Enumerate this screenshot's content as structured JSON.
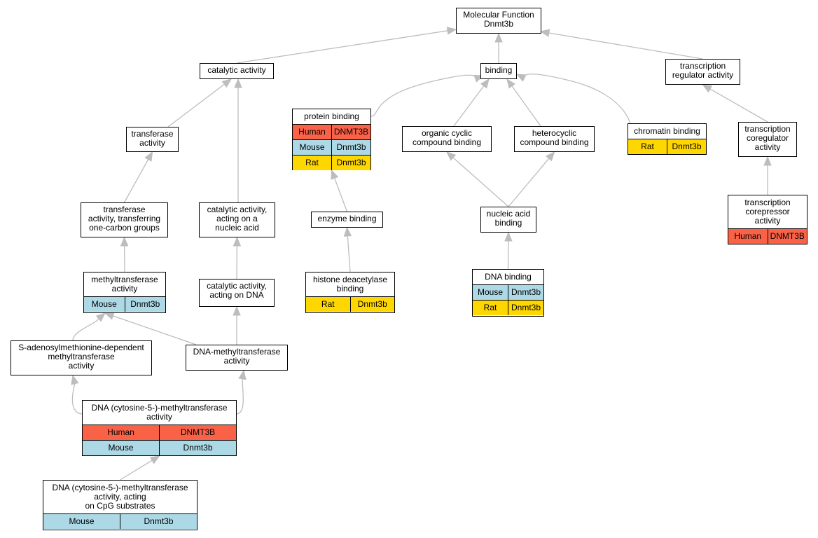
{
  "colors": {
    "human": "#fa6248",
    "mouse": "#add8e6",
    "rat": "#ffd700",
    "edge": "#bdbdbd"
  },
  "nodes": {
    "mf": {
      "title": "Molecular Function\nDnmt3b",
      "rows": []
    },
    "catalytic": {
      "title": "catalytic activity",
      "rows": []
    },
    "binding": {
      "title": "binding",
      "rows": []
    },
    "tra": {
      "title": "transcription\nregulator activity",
      "rows": []
    },
    "transferase": {
      "title": "transferase\nactivity",
      "rows": []
    },
    "protein_binding": {
      "title": "protein binding",
      "rows": [
        {
          "species": "Human",
          "gene": "DNMT3B"
        },
        {
          "species": "Mouse",
          "gene": "Dnmt3b"
        },
        {
          "species": "Rat",
          "gene": "Dnmt3b"
        }
      ]
    },
    "organic": {
      "title": "organic cyclic\ncompound binding",
      "rows": []
    },
    "heterocyclic": {
      "title": "heterocyclic\ncompound binding",
      "rows": []
    },
    "chromatin": {
      "title": "chromatin binding",
      "rows": [
        {
          "species": "Rat",
          "gene": "Dnmt3b"
        }
      ]
    },
    "coregulator": {
      "title": "transcription\ncoregulator\nactivity",
      "rows": []
    },
    "onecarbon": {
      "title": "transferase\nactivity, transferring\none-carbon groups",
      "rows": []
    },
    "cat_nucleic": {
      "title": "catalytic activity,\nacting on a\nnucleic acid",
      "rows": []
    },
    "enzyme": {
      "title": "enzyme binding",
      "rows": []
    },
    "nucleic": {
      "title": "nucleic acid\nbinding",
      "rows": []
    },
    "corepressor": {
      "title": "transcription\ncorepressor\nactivity",
      "rows": [
        {
          "species": "Human",
          "gene": "DNMT3B"
        }
      ]
    },
    "methyltransferase": {
      "title": "methyltransferase\nactivity",
      "rows": [
        {
          "species": "Mouse",
          "gene": "Dnmt3b"
        }
      ]
    },
    "cat_dna": {
      "title": "catalytic activity,\nacting on DNA",
      "rows": []
    },
    "hdac": {
      "title": "histone deacetylase\nbinding",
      "rows": [
        {
          "species": "Rat",
          "gene": "Dnmt3b"
        }
      ]
    },
    "dna_binding": {
      "title": "DNA binding",
      "rows": [
        {
          "species": "Mouse",
          "gene": "Dnmt3b"
        },
        {
          "species": "Rat",
          "gene": "Dnmt3b"
        }
      ]
    },
    "sam": {
      "title": "S-adenosylmethionine-dependent\nmethyltransferase\nactivity",
      "rows": []
    },
    "dnamt": {
      "title": "DNA-methyltransferase\nactivity",
      "rows": []
    },
    "c5": {
      "title": "DNA (cytosine-5-)-methyltransferase\nactivity",
      "rows": [
        {
          "species": "Human",
          "gene": "DNMT3B"
        },
        {
          "species": "Mouse",
          "gene": "Dnmt3b"
        }
      ]
    },
    "cpg": {
      "title": "DNA (cytosine-5-)-methyltransferase\nactivity, acting\non CpG substrates",
      "rows": [
        {
          "species": "Mouse",
          "gene": "Dnmt3b"
        }
      ]
    }
  },
  "edges": [
    [
      "catalytic",
      "mf"
    ],
    [
      "binding",
      "mf"
    ],
    [
      "tra",
      "mf"
    ],
    [
      "transferase",
      "catalytic"
    ],
    [
      "cat_nucleic",
      "catalytic"
    ],
    [
      "protein_binding",
      "binding"
    ],
    [
      "organic",
      "binding"
    ],
    [
      "heterocyclic",
      "binding"
    ],
    [
      "chromatin",
      "binding"
    ],
    [
      "coregulator",
      "tra"
    ],
    [
      "corepressor",
      "coregulator"
    ],
    [
      "onecarbon",
      "transferase"
    ],
    [
      "methyltransferase",
      "onecarbon"
    ],
    [
      "cat_dna",
      "cat_nucleic"
    ],
    [
      "dnamt",
      "cat_dna"
    ],
    [
      "sam",
      "methyltransferase"
    ],
    [
      "dnamt",
      "methyltransferase"
    ],
    [
      "c5",
      "sam"
    ],
    [
      "c5",
      "dnamt"
    ],
    [
      "cpg",
      "c5"
    ],
    [
      "enzyme",
      "protein_binding"
    ],
    [
      "hdac",
      "enzyme"
    ],
    [
      "nucleic",
      "organic"
    ],
    [
      "nucleic",
      "heterocyclic"
    ],
    [
      "dna_binding",
      "nucleic"
    ]
  ]
}
